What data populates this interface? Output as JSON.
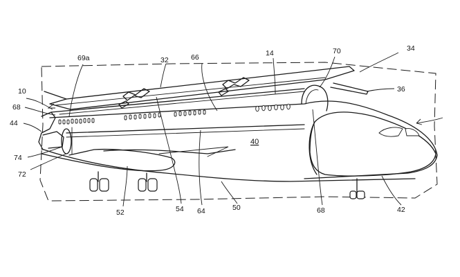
{
  "figure": {
    "labels": {
      "l10": "10",
      "l68a": "68",
      "l44": "44",
      "l74": "74",
      "l72": "72",
      "l69a": "69a",
      "l32": "32",
      "l66": "66",
      "l14": "14",
      "l70": "70",
      "l34": "34",
      "l36": "36",
      "l40": "40",
      "l52": "52",
      "l54": "54",
      "l64": "64",
      "l50": "50",
      "l68b": "68",
      "l42": "42"
    }
  }
}
